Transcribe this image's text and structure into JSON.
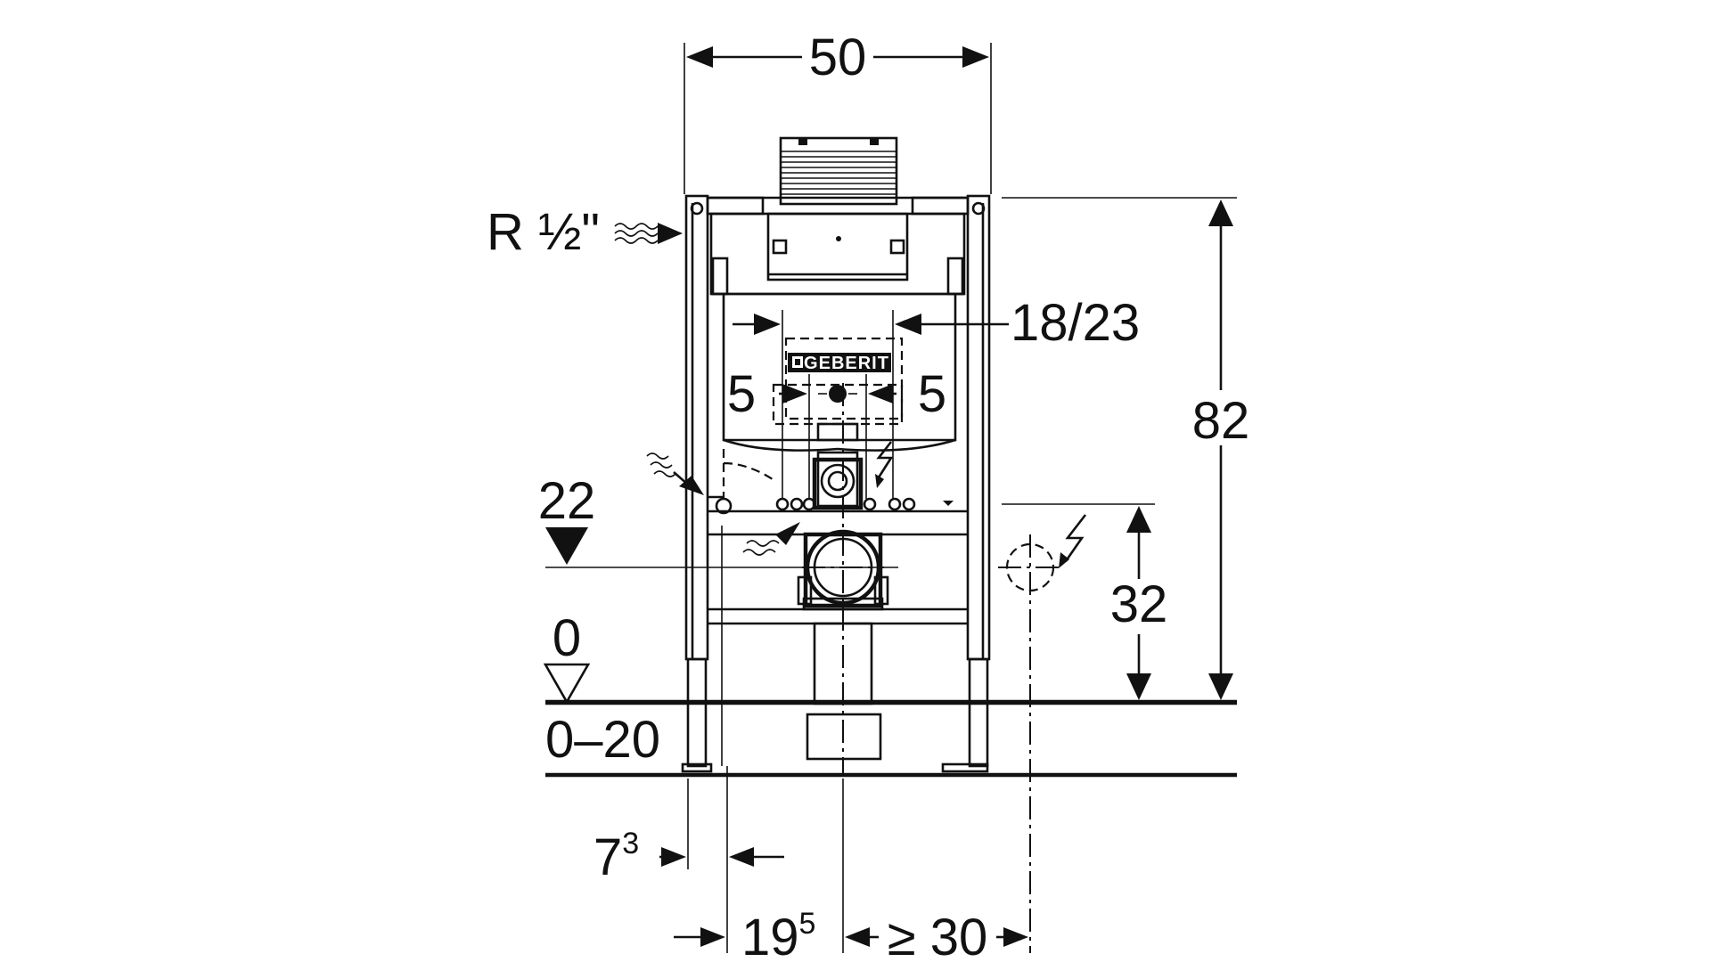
{
  "brand": {
    "logo_text": "GEBERIT"
  },
  "dimensions": {
    "frame_width": "50",
    "frame_height": "82",
    "water_connection": "R ½\"",
    "flush_opening": "18/23",
    "bolt_left": "5",
    "bolt_right": "5",
    "waste_height": "22",
    "floor_level": "0",
    "floor_buildup": "0–20",
    "electric_height": "32",
    "foot_offset_base": "7",
    "foot_offset_sup": "3",
    "axis_offset_base": "19",
    "axis_offset_sup": "5",
    "electric_axis": "≥ 30"
  },
  "icons": {
    "water_supply": "water-wave-icon",
    "power_supply": "lightning-icon",
    "level_marker": "level-triangle-icon"
  }
}
